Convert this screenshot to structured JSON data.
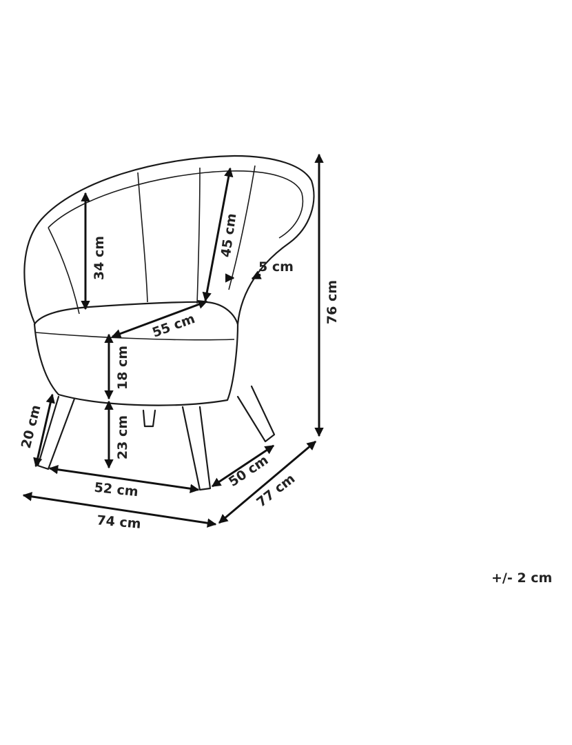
{
  "dimensions": {
    "total_height": "76 cm",
    "backrest_height": "45 cm",
    "back_inner_height": "34 cm",
    "arm_thickness": "5 cm",
    "seat_depth": "55 cm",
    "seat_base_height": "18 cm",
    "leg_height": "23 cm",
    "leg_foot_offset": "20 cm",
    "base_width": "52 cm",
    "base_depth": "50 cm",
    "overall_width": "74 cm",
    "overall_depth": "77 cm"
  },
  "tolerance": "+/- 2 cm"
}
